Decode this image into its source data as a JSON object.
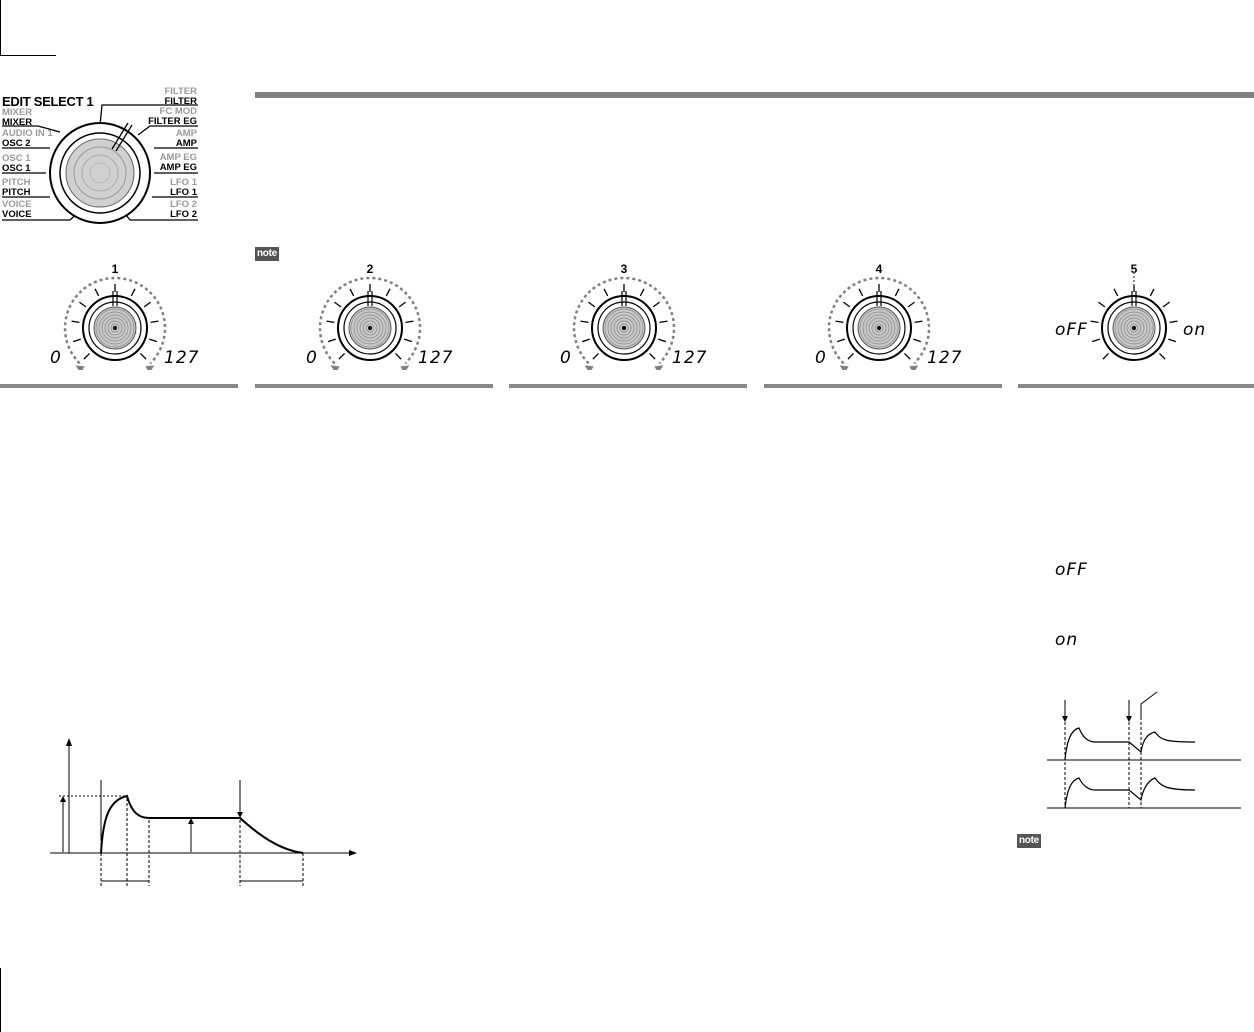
{
  "edit_select": {
    "title": "EDIT SELECT 1",
    "left_items": [
      {
        "gray": "MIXER",
        "black": "MIXER"
      },
      {
        "gray": "AUDIO IN 1",
        "black": "OSC 2"
      },
      {
        "gray": "OSC 1",
        "black": "OSC 1"
      },
      {
        "gray": "PITCH",
        "black": "PITCH"
      },
      {
        "gray": "VOICE",
        "black": "VOICE"
      }
    ],
    "right_items": [
      {
        "gray": "FILTER",
        "black": "FILTER"
      },
      {
        "gray": "FC MOD",
        "black": "FILTER EG"
      },
      {
        "gray": "AMP",
        "black": "AMP"
      },
      {
        "gray": "AMP EG",
        "black": "AMP EG"
      },
      {
        "gray": "LFO 1",
        "black": "LFO 1"
      },
      {
        "gray": "LFO 2",
        "black": "LFO 2"
      }
    ]
  },
  "note_label": "note",
  "knobs": [
    {
      "number": "1",
      "min": "0",
      "max": "127"
    },
    {
      "number": "2",
      "min": "0",
      "max": "127"
    },
    {
      "number": "3",
      "min": "0",
      "max": "127"
    },
    {
      "number": "4",
      "min": "0",
      "max": "127"
    },
    {
      "number": "5",
      "min": "oFF",
      "max": "on"
    }
  ],
  "display_values": {
    "off": "oFF",
    "on": "on"
  },
  "colors": {
    "bar": "#808080",
    "rule": "#888888",
    "note_bg": "#555555",
    "arrow": "#808080"
  }
}
